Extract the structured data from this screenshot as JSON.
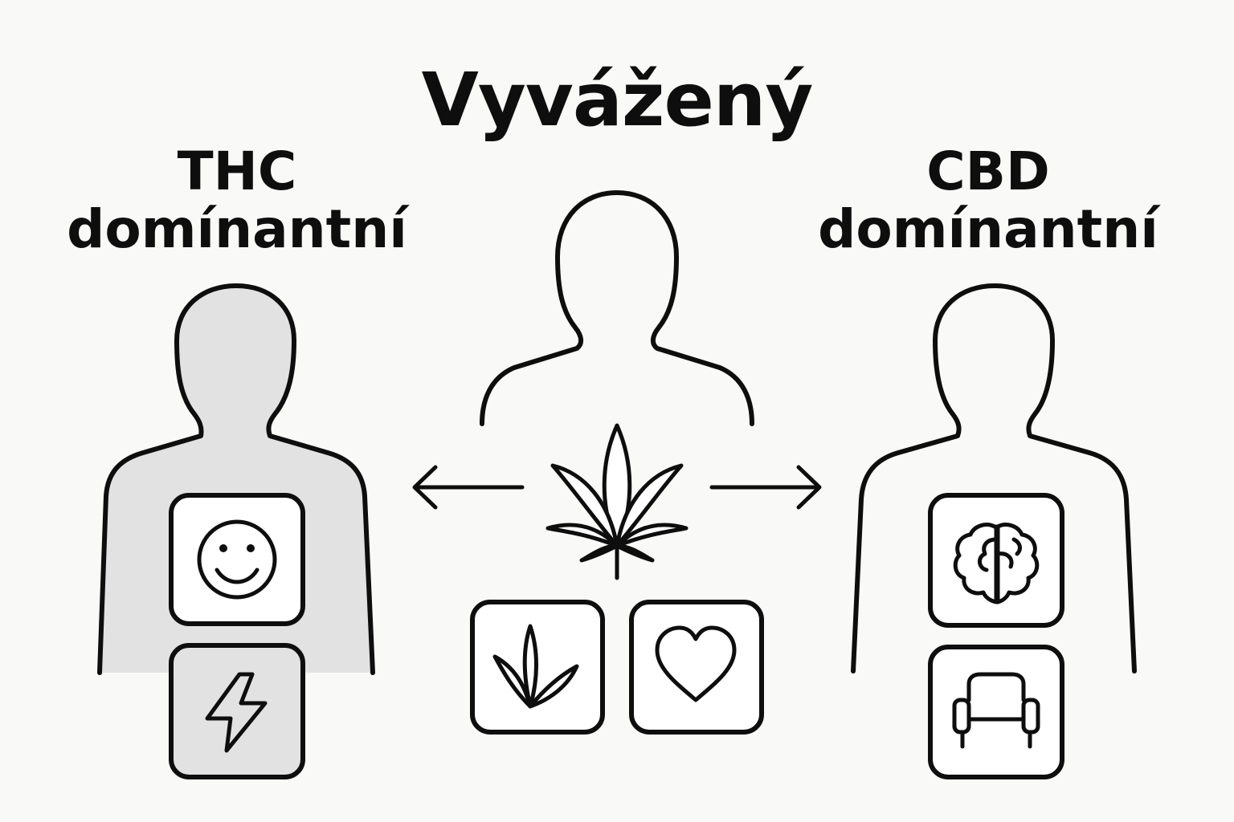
{
  "title": "Vyvážený",
  "left_group": {
    "line1": "THC",
    "line2": "domínantní",
    "icons": [
      "smiley-icon",
      "lightning-icon"
    ]
  },
  "center_group": {
    "center_icon": "cannabis-leaf-icon",
    "icons": [
      "plant-icon",
      "heart-icon"
    ],
    "arrows": [
      "arrow-left-icon",
      "arrow-right-icon"
    ]
  },
  "right_group": {
    "line1": "CBD",
    "line2": "domínantní",
    "icons": [
      "brain-icon",
      "armchair-icon"
    ]
  },
  "colors": {
    "background": "#f9f9f7",
    "stroke": "#0e0e0e",
    "thc_fill": "#e2e2e2"
  }
}
